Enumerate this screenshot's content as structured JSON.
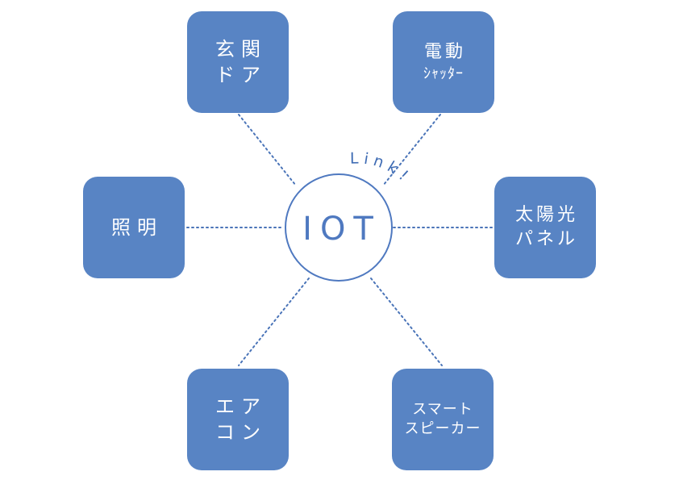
{
  "hub": {
    "label": "IOT",
    "link_label": "Link!"
  },
  "nodes": {
    "front_door": {
      "line1": "玄関",
      "line2": "ドア"
    },
    "shutter": {
      "line1": "電動",
      "line2": "ｼｬｯﾀｰ"
    },
    "lighting": {
      "line1": "照明"
    },
    "solar": {
      "line1": "太陽光",
      "line2": "パネル"
    },
    "aircon": {
      "line1": "エア",
      "line2": "コン"
    },
    "speaker": {
      "line1": "スマート",
      "line2": "スピーカー"
    }
  },
  "colors": {
    "node_fill": "#5884c4",
    "hub_stroke": "#4f79c0",
    "link_line": "#4a74b8",
    "text_on_node": "#ffffff"
  }
}
